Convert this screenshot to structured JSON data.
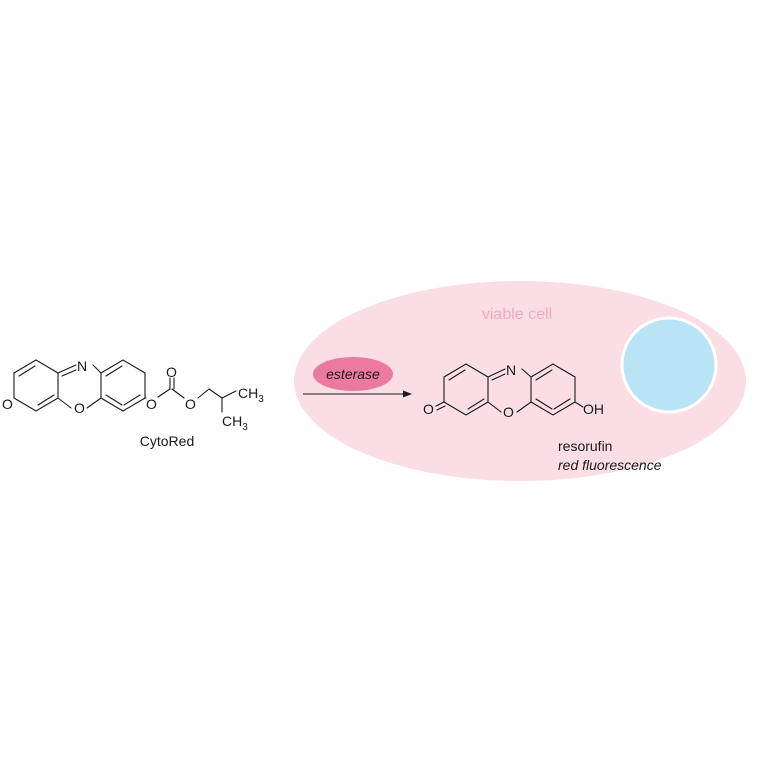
{
  "diagram": {
    "cell_label": "viable cell",
    "enzyme_label": "esterase",
    "reactant_name": "CytoRed",
    "product_name": "resorufin",
    "product_property": "red fluorescence"
  },
  "atoms": {
    "n": "N",
    "o": "O",
    "h": "H",
    "c": "C",
    "three": "3"
  },
  "colors": {
    "cell_fill": "#fbdde6",
    "cell_label": "#f2a9bf",
    "enzyme_fill": "#ec7aa0",
    "nucleus_fill": "#b9e4f6",
    "nucleus_stroke": "#ffffff",
    "bond": "#1a1a1a"
  }
}
